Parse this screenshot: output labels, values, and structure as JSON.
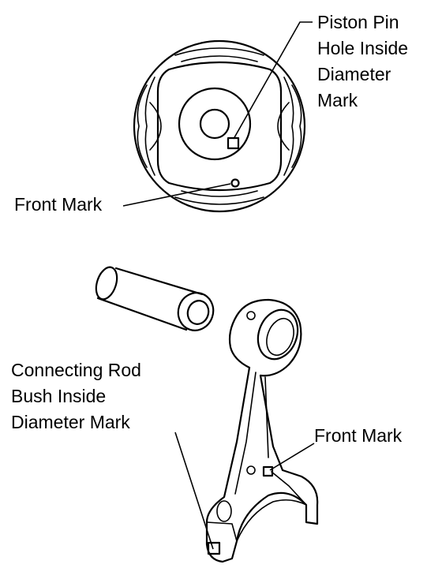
{
  "colors": {
    "ink": "#000000",
    "background": "#ffffff"
  },
  "labels": {
    "piston_pin_mark": [
      "Piston Pin",
      "Hole Inside",
      "Diameter",
      "Mark"
    ],
    "piston_front_mark": "Front Mark",
    "rod_bush_mark": [
      "Connecting Rod",
      "Bush Inside",
      "Diameter Mark"
    ],
    "rod_front_mark": "Front Mark"
  }
}
